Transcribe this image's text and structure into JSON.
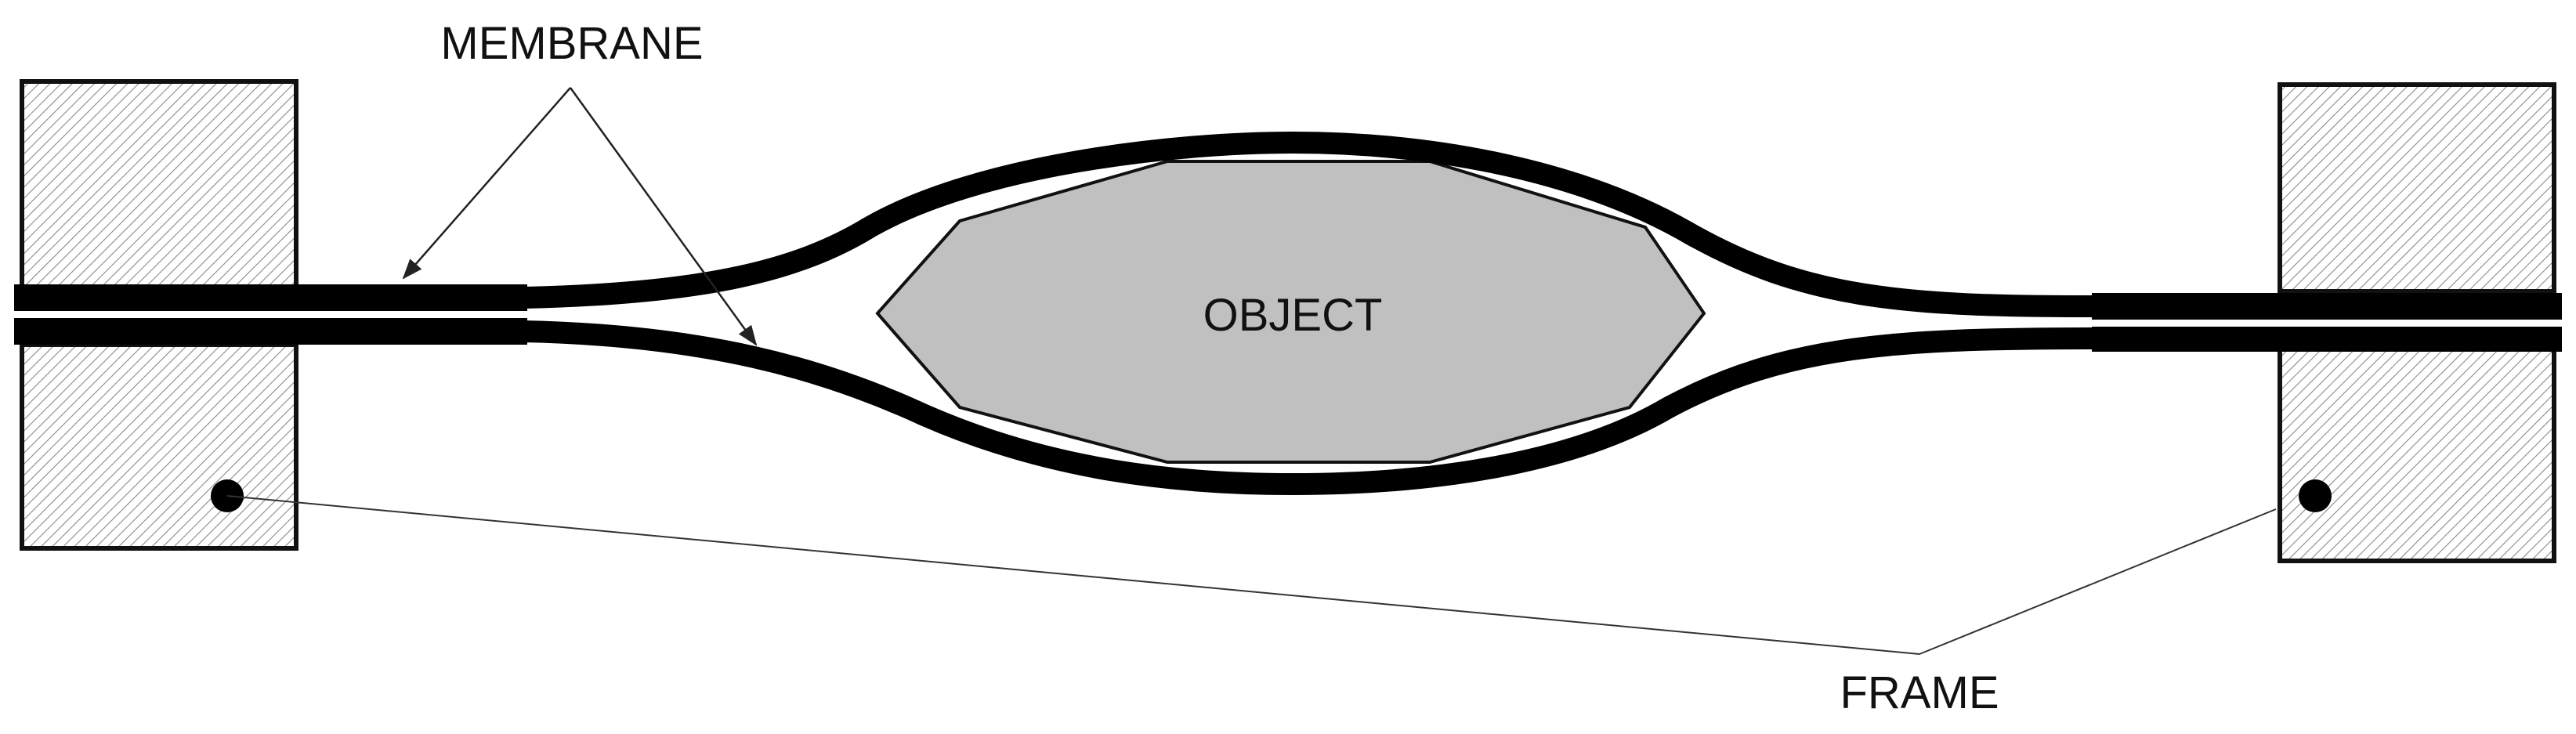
{
  "labels": {
    "membrane": "MEMBRANE",
    "object": "OBJECT",
    "frame": "FRAME"
  },
  "colors": {
    "membrane": "#000000",
    "object_fill": "#c0c0c0",
    "object_outline": "#111111",
    "frame_outline": "#111111",
    "frame_hatch": "#8a8a8a",
    "leader_line": "#333333",
    "background": "#ffffff"
  }
}
